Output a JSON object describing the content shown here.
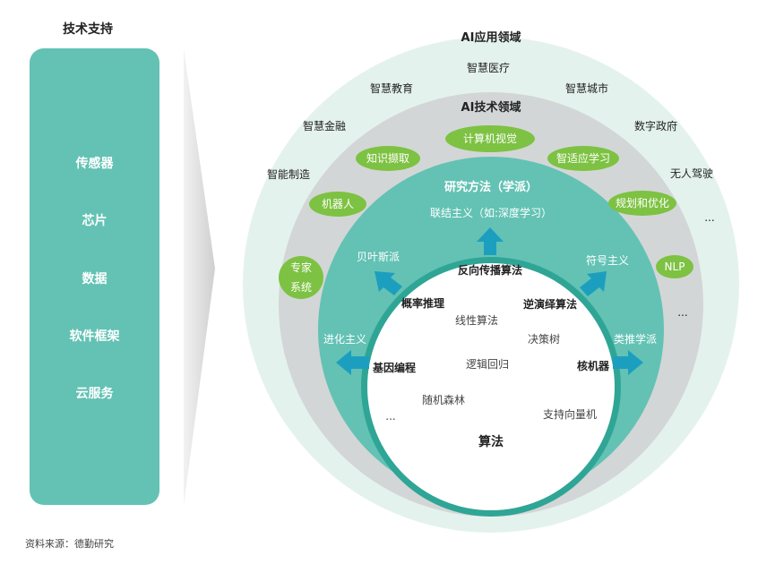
{
  "left": {
    "title": "技术支持",
    "items": [
      "传感器",
      "芯片",
      "数据",
      "软件框架",
      "云服务"
    ]
  },
  "outer": {
    "title": "AI应用领域",
    "items": [
      "智慧医疗",
      "智慧教育",
      "智慧城市",
      "智慧金融",
      "数字政府",
      "智能制造",
      "无人驾驶",
      "..."
    ]
  },
  "middle": {
    "title": "AI技术领域",
    "pills": [
      "计算机视觉",
      "知识撷取",
      "智适应学习",
      "机器人",
      "规划和优化",
      "NLP"
    ],
    "expert_1": "专家",
    "expert_2": "系统",
    "ellipsis": "..."
  },
  "inner": {
    "title": "研究方法（学派）",
    "schools": [
      "联结主义（如:深度学习）",
      "贝叶斯派",
      "符号主义",
      "进化主义",
      "类推学派"
    ]
  },
  "core": {
    "title": "算法",
    "items": [
      "反向传播算法",
      "概率推理",
      "逆演绎算法",
      "线性算法",
      "决策树",
      "基因编程",
      "逻辑回归",
      "核机器",
      "随机森林",
      "支持向量机",
      "..."
    ]
  },
  "source": "资料来源：德勤研究",
  "colors": {
    "teal": "#63c2b4",
    "teal_dark": "#33a99a",
    "green_pill": "#7dc242",
    "outer_ring": "#e4f2ee",
    "middle_ring": "#d3d6d6",
    "arrow": "#1c9fbf"
  }
}
